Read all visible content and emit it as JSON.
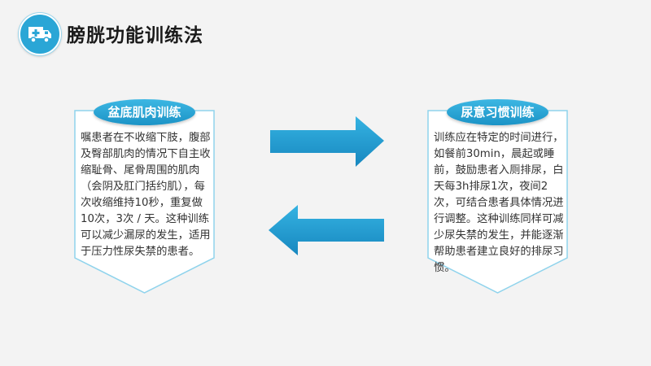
{
  "header": {
    "title": "膀胱功能训练法",
    "logo_icon": "ambulance-icon"
  },
  "panels": {
    "left": {
      "title": "盆底肌肉训练",
      "body": "嘱患者在不收缩下肢，腹部及臀部肌肉的情况下自主收缩耻骨、尾骨周围的肌肉（会阴及肛门括约肌），每次收缩维持10秒，重复做10次，3次 / 天。这种训练可以减少漏尿的发生，适用于压力性尿失禁的患者。"
    },
    "right": {
      "title": "尿意习惯训练",
      "body": "训练应在特定的时间进行，如餐前30min，晨起或睡前，鼓励患者入厕排尿，白天每3h排尿1次，夜间2次，可结合患者具体情况进行调整。这种训练同样可减少尿失禁的发生，并能逐渐帮助患者建立良好的排尿习惯。"
    }
  },
  "arrows": {
    "right_icon": "arrow-right-icon",
    "left_icon": "arrow-left-icon"
  },
  "colors": {
    "accent": "#1e9bd0",
    "panel_border": "#8fd3ec",
    "background": "#f3f3f3"
  }
}
